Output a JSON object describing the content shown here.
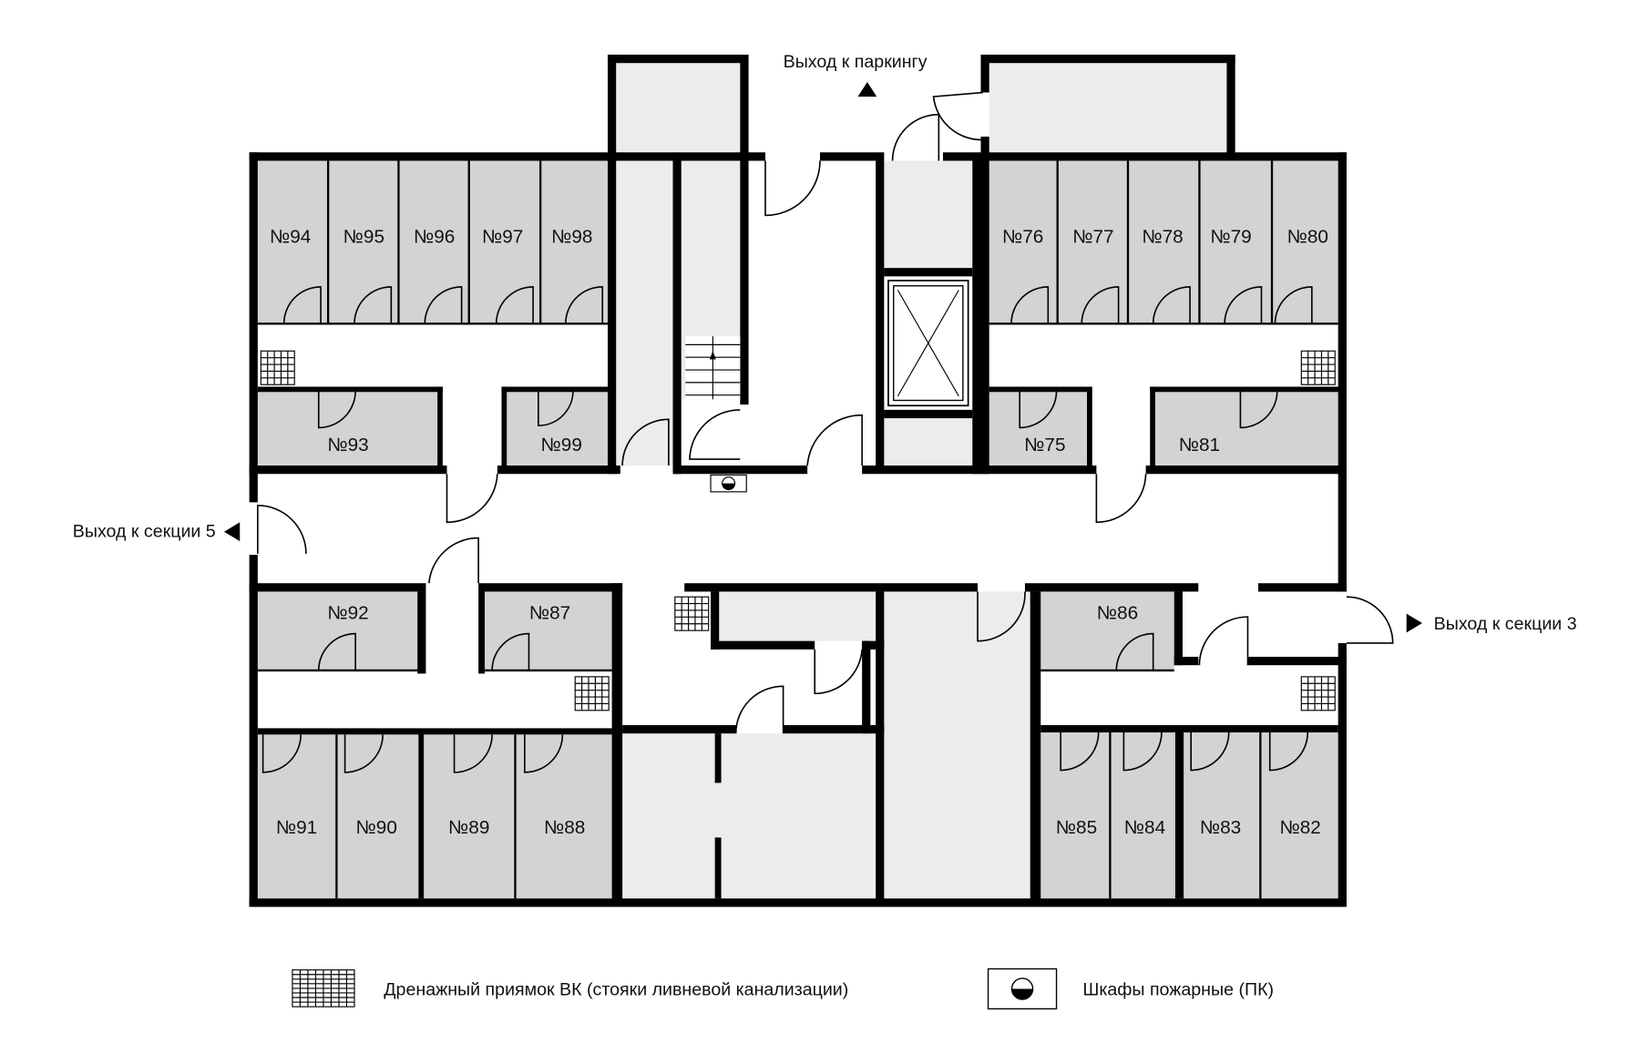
{
  "exits": {
    "parking": "Выход к паркингу",
    "section5": "Выход к секции 5",
    "section3": "Выход к секции 3"
  },
  "rooms": {
    "r94": "№94",
    "r95": "№95",
    "r96": "№96",
    "r97": "№97",
    "r98": "№98",
    "r93": "№93",
    "r99": "№99",
    "r76": "№76",
    "r77": "№77",
    "r78": "№78",
    "r79": "№79",
    "r80": "№80",
    "r75": "№75",
    "r81": "№81",
    "r92": "№92",
    "r87": "№87",
    "r86": "№86",
    "r91": "№91",
    "r90": "№90",
    "r89": "№89",
    "r88": "№88",
    "r85": "№85",
    "r84": "№84",
    "r83": "№83",
    "r82": "№82"
  },
  "legend": {
    "drain": "Дренажный приямок ВК (стояки ливневой канализации)",
    "fire": "Шкафы пожарные (ПК)"
  },
  "icons": [
    "drain-pit-icon",
    "fire-cabinet-icon",
    "elevator-icon",
    "stairs-icon",
    "arrow-up-icon",
    "arrow-left-icon",
    "arrow-right-icon"
  ],
  "colors": {
    "storage": "#d3d3d3",
    "technical": "#ececec",
    "wall": "#000000"
  }
}
